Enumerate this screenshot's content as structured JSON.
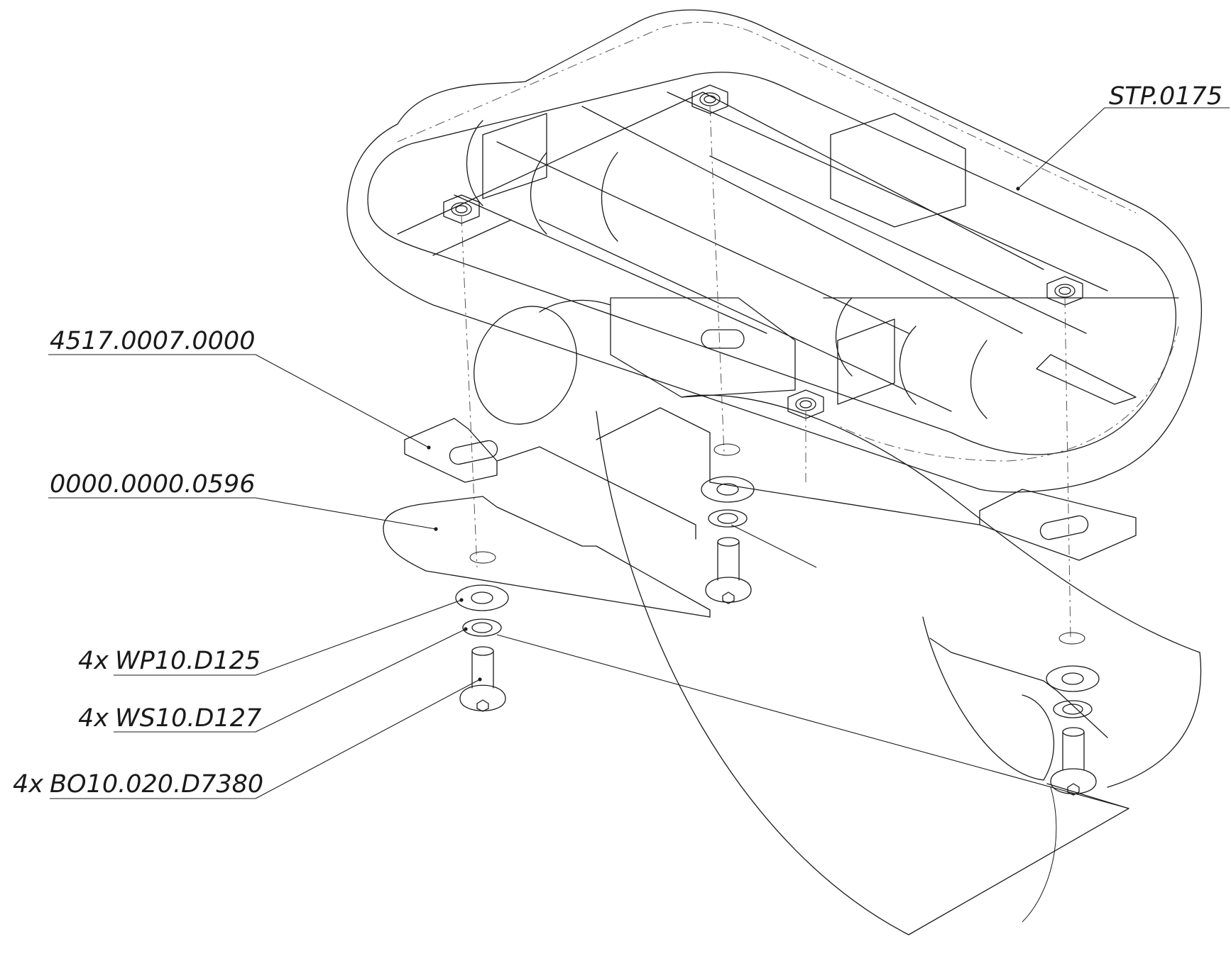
{
  "callouts": {
    "stp": "STP.0175",
    "bracket": "4517.0007.0000",
    "plate": "0000.0000.0596",
    "washer_plain_qty": "4x",
    "washer_plain": "WP10.D125",
    "washer_spring_qty": "4x",
    "washer_spring": "WS10.D127",
    "bolt_qty": "4x",
    "bolt": "BO10.020.D7380"
  }
}
